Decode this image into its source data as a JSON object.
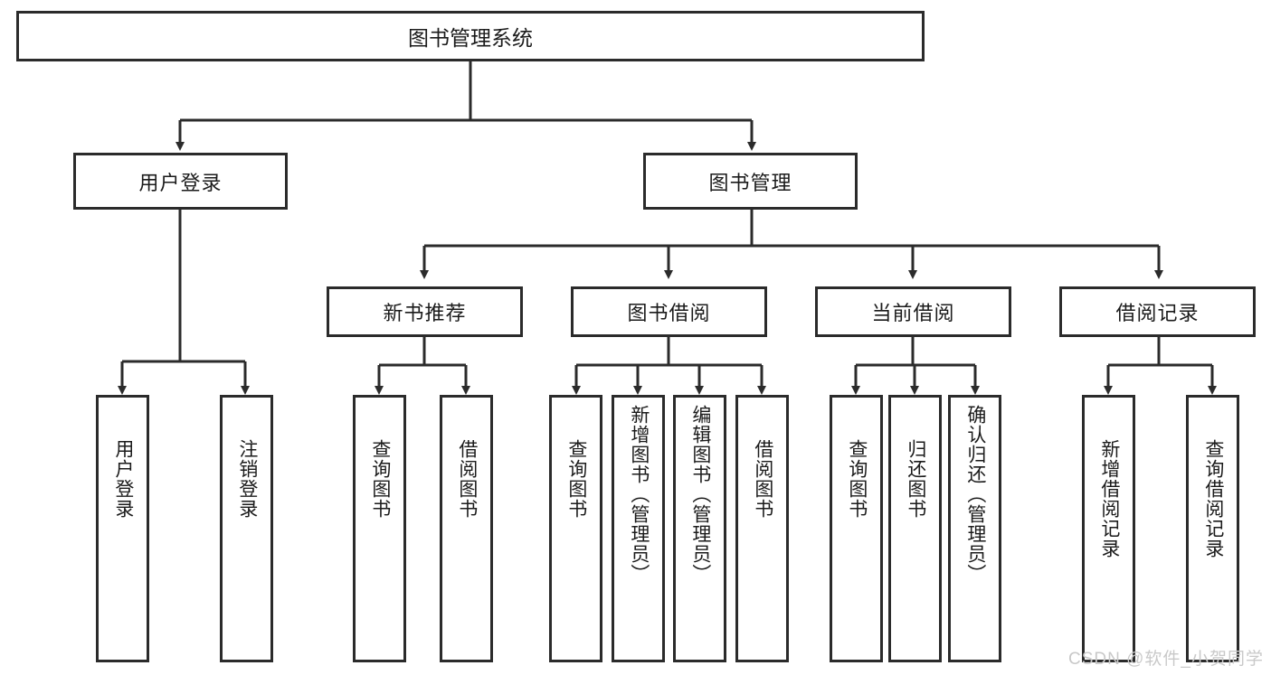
{
  "diagram": {
    "title": "图书管理系统",
    "type": "hierarchy-tree",
    "root": {
      "label": "图书管理系统"
    },
    "level2": [
      {
        "label": "用户登录"
      },
      {
        "label": "图书管理"
      }
    ],
    "level3": [
      {
        "label": "新书推荐"
      },
      {
        "label": "图书借阅"
      },
      {
        "label": "当前借阅"
      },
      {
        "label": "借阅记录"
      }
    ],
    "leaves": {
      "user_login": [
        {
          "label": "用户登录"
        },
        {
          "label": "注销登录"
        }
      ],
      "new_book_recommend": [
        {
          "label": "查询图书"
        },
        {
          "label": "借阅图书"
        }
      ],
      "book_borrow": [
        {
          "label": "查询图书"
        },
        {
          "label": "新增图书（管理员）"
        },
        {
          "label": "编辑图书（管理员）"
        },
        {
          "label": "借阅图书"
        }
      ],
      "current_borrow": [
        {
          "label": "查询图书"
        },
        {
          "label": "归还图书"
        },
        {
          "label": "确认归还（管理员）"
        }
      ],
      "borrow_record": [
        {
          "label": "新增借阅记录"
        },
        {
          "label": "查询借阅记录"
        }
      ]
    }
  },
  "watermark": {
    "text": "CSDN @软件_小贺同学"
  },
  "colors": {
    "border": "#2b2b2b",
    "text": "#1b1b1b",
    "background": "#ffffff",
    "watermark": "#c9c9c9"
  }
}
